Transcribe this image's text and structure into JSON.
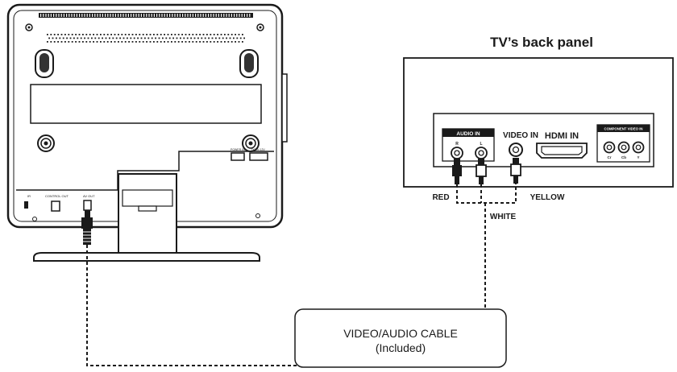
{
  "tv_panel": {
    "title": "TV’s back panel",
    "audio_in": "AUDIO IN",
    "audio_r": "R",
    "audio_l": "L",
    "video_in": "VIDEO IN",
    "hdmi_in": "HDMI IN",
    "component_video_in": "COMPONENT VIDEO IN",
    "comp_cr": "Cr",
    "comp_cb": "Cb",
    "comp_y": "Y"
  },
  "device_labels": {
    "port_left": "IR",
    "port_control_out": "CONTROL OUT",
    "port_av_out": "AV OUT",
    "port_right_a": "POWER IN",
    "port_right_b": "DC IN 12V"
  },
  "cable_labels": {
    "red": "RED",
    "white": "WHITE",
    "yellow": "YELLOW"
  },
  "cable_box": {
    "line1": "VIDEO/AUDIO CABLE",
    "line2": "(Included)"
  }
}
